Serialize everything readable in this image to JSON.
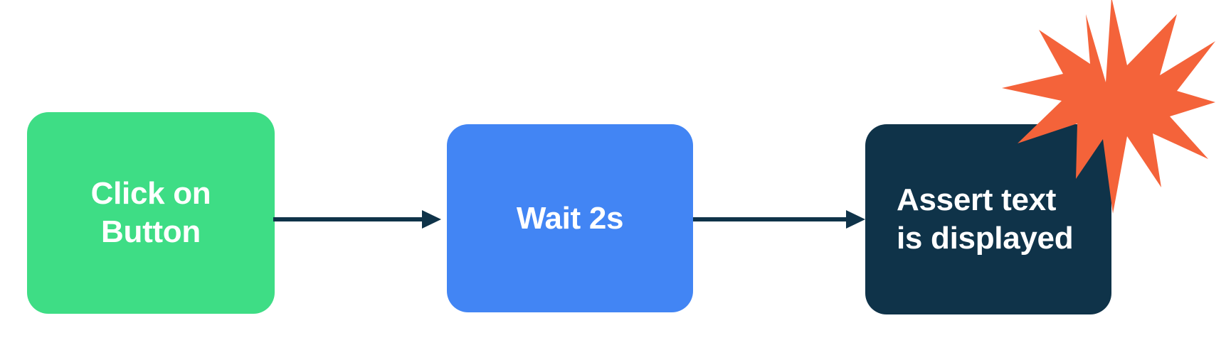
{
  "diagram": {
    "type": "flowchart",
    "orientation": "left-to-right",
    "background_color": "#ffffff",
    "title": "",
    "nodes": [
      {
        "id": "click",
        "label": "Click on\nButton",
        "shape": "rounded-rectangle",
        "fill_color": "#3edd85",
        "text_color": "#ffffff"
      },
      {
        "id": "wait",
        "label": "Wait 2s",
        "shape": "rounded-rectangle",
        "fill_color": "#4285f4",
        "text_color": "#ffffff"
      },
      {
        "id": "assert",
        "label": "Assert text\nis displayed",
        "shape": "rounded-rectangle",
        "fill_color": "#0f3349",
        "text_color": "#ffffff"
      }
    ],
    "edges": [
      {
        "id": "edge-1",
        "from": "click",
        "to": "wait",
        "label": "",
        "color": "#0f3349",
        "arrowhead": "solid-triangle"
      },
      {
        "id": "edge-2",
        "from": "wait",
        "to": "assert",
        "label": "",
        "color": "#0f3349",
        "arrowhead": "solid-triangle"
      }
    ],
    "decorations": [
      {
        "id": "starburst",
        "name": "explosion-starburst",
        "color": "#f4633a",
        "attached_to": "assert",
        "position": "top-right"
      }
    ]
  }
}
